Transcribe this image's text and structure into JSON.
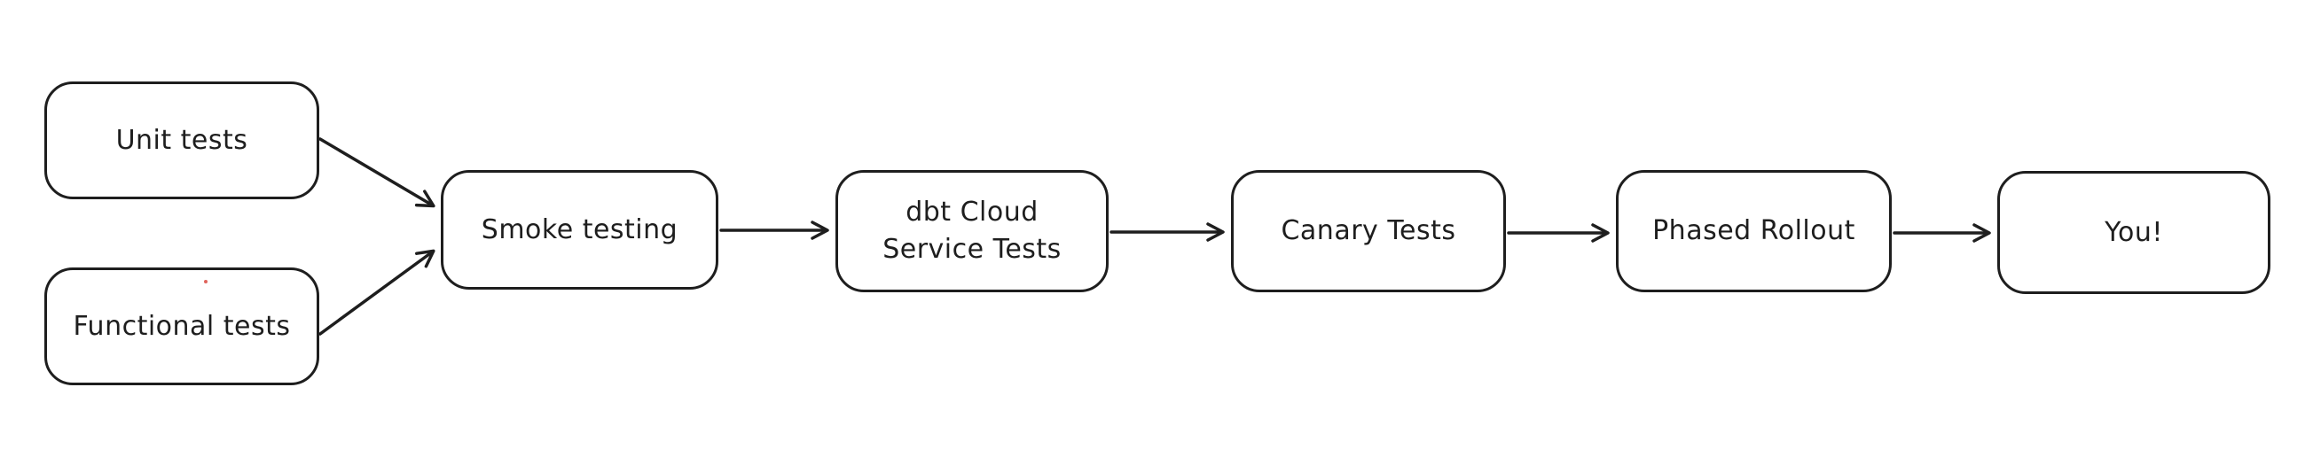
{
  "diagram": {
    "type": "flowchart",
    "style": "hand-drawn",
    "colors": {
      "background": "#ffffff",
      "stroke": "#1e1e1e",
      "node_fill": "#ffffff",
      "text": "#1e1e1e",
      "artifact_dot": "#e0645c"
    },
    "nodes": [
      {
        "id": "unit-tests",
        "label": "Unit tests"
      },
      {
        "id": "functional-tests",
        "label": "Functional tests"
      },
      {
        "id": "smoke-testing",
        "label": "Smoke testing"
      },
      {
        "id": "dbt-cloud-service-tests",
        "label": "dbt Cloud\nService Tests"
      },
      {
        "id": "canary-tests",
        "label": "Canary Tests"
      },
      {
        "id": "phased-rollout",
        "label": "Phased Rollout"
      },
      {
        "id": "you",
        "label": "You!"
      }
    ],
    "edges": [
      {
        "from": "unit-tests",
        "to": "smoke-testing"
      },
      {
        "from": "functional-tests",
        "to": "smoke-testing"
      },
      {
        "from": "smoke-testing",
        "to": "dbt-cloud-service-tests"
      },
      {
        "from": "dbt-cloud-service-tests",
        "to": "canary-tests"
      },
      {
        "from": "canary-tests",
        "to": "phased-rollout"
      },
      {
        "from": "phased-rollout",
        "to": "you"
      }
    ]
  }
}
